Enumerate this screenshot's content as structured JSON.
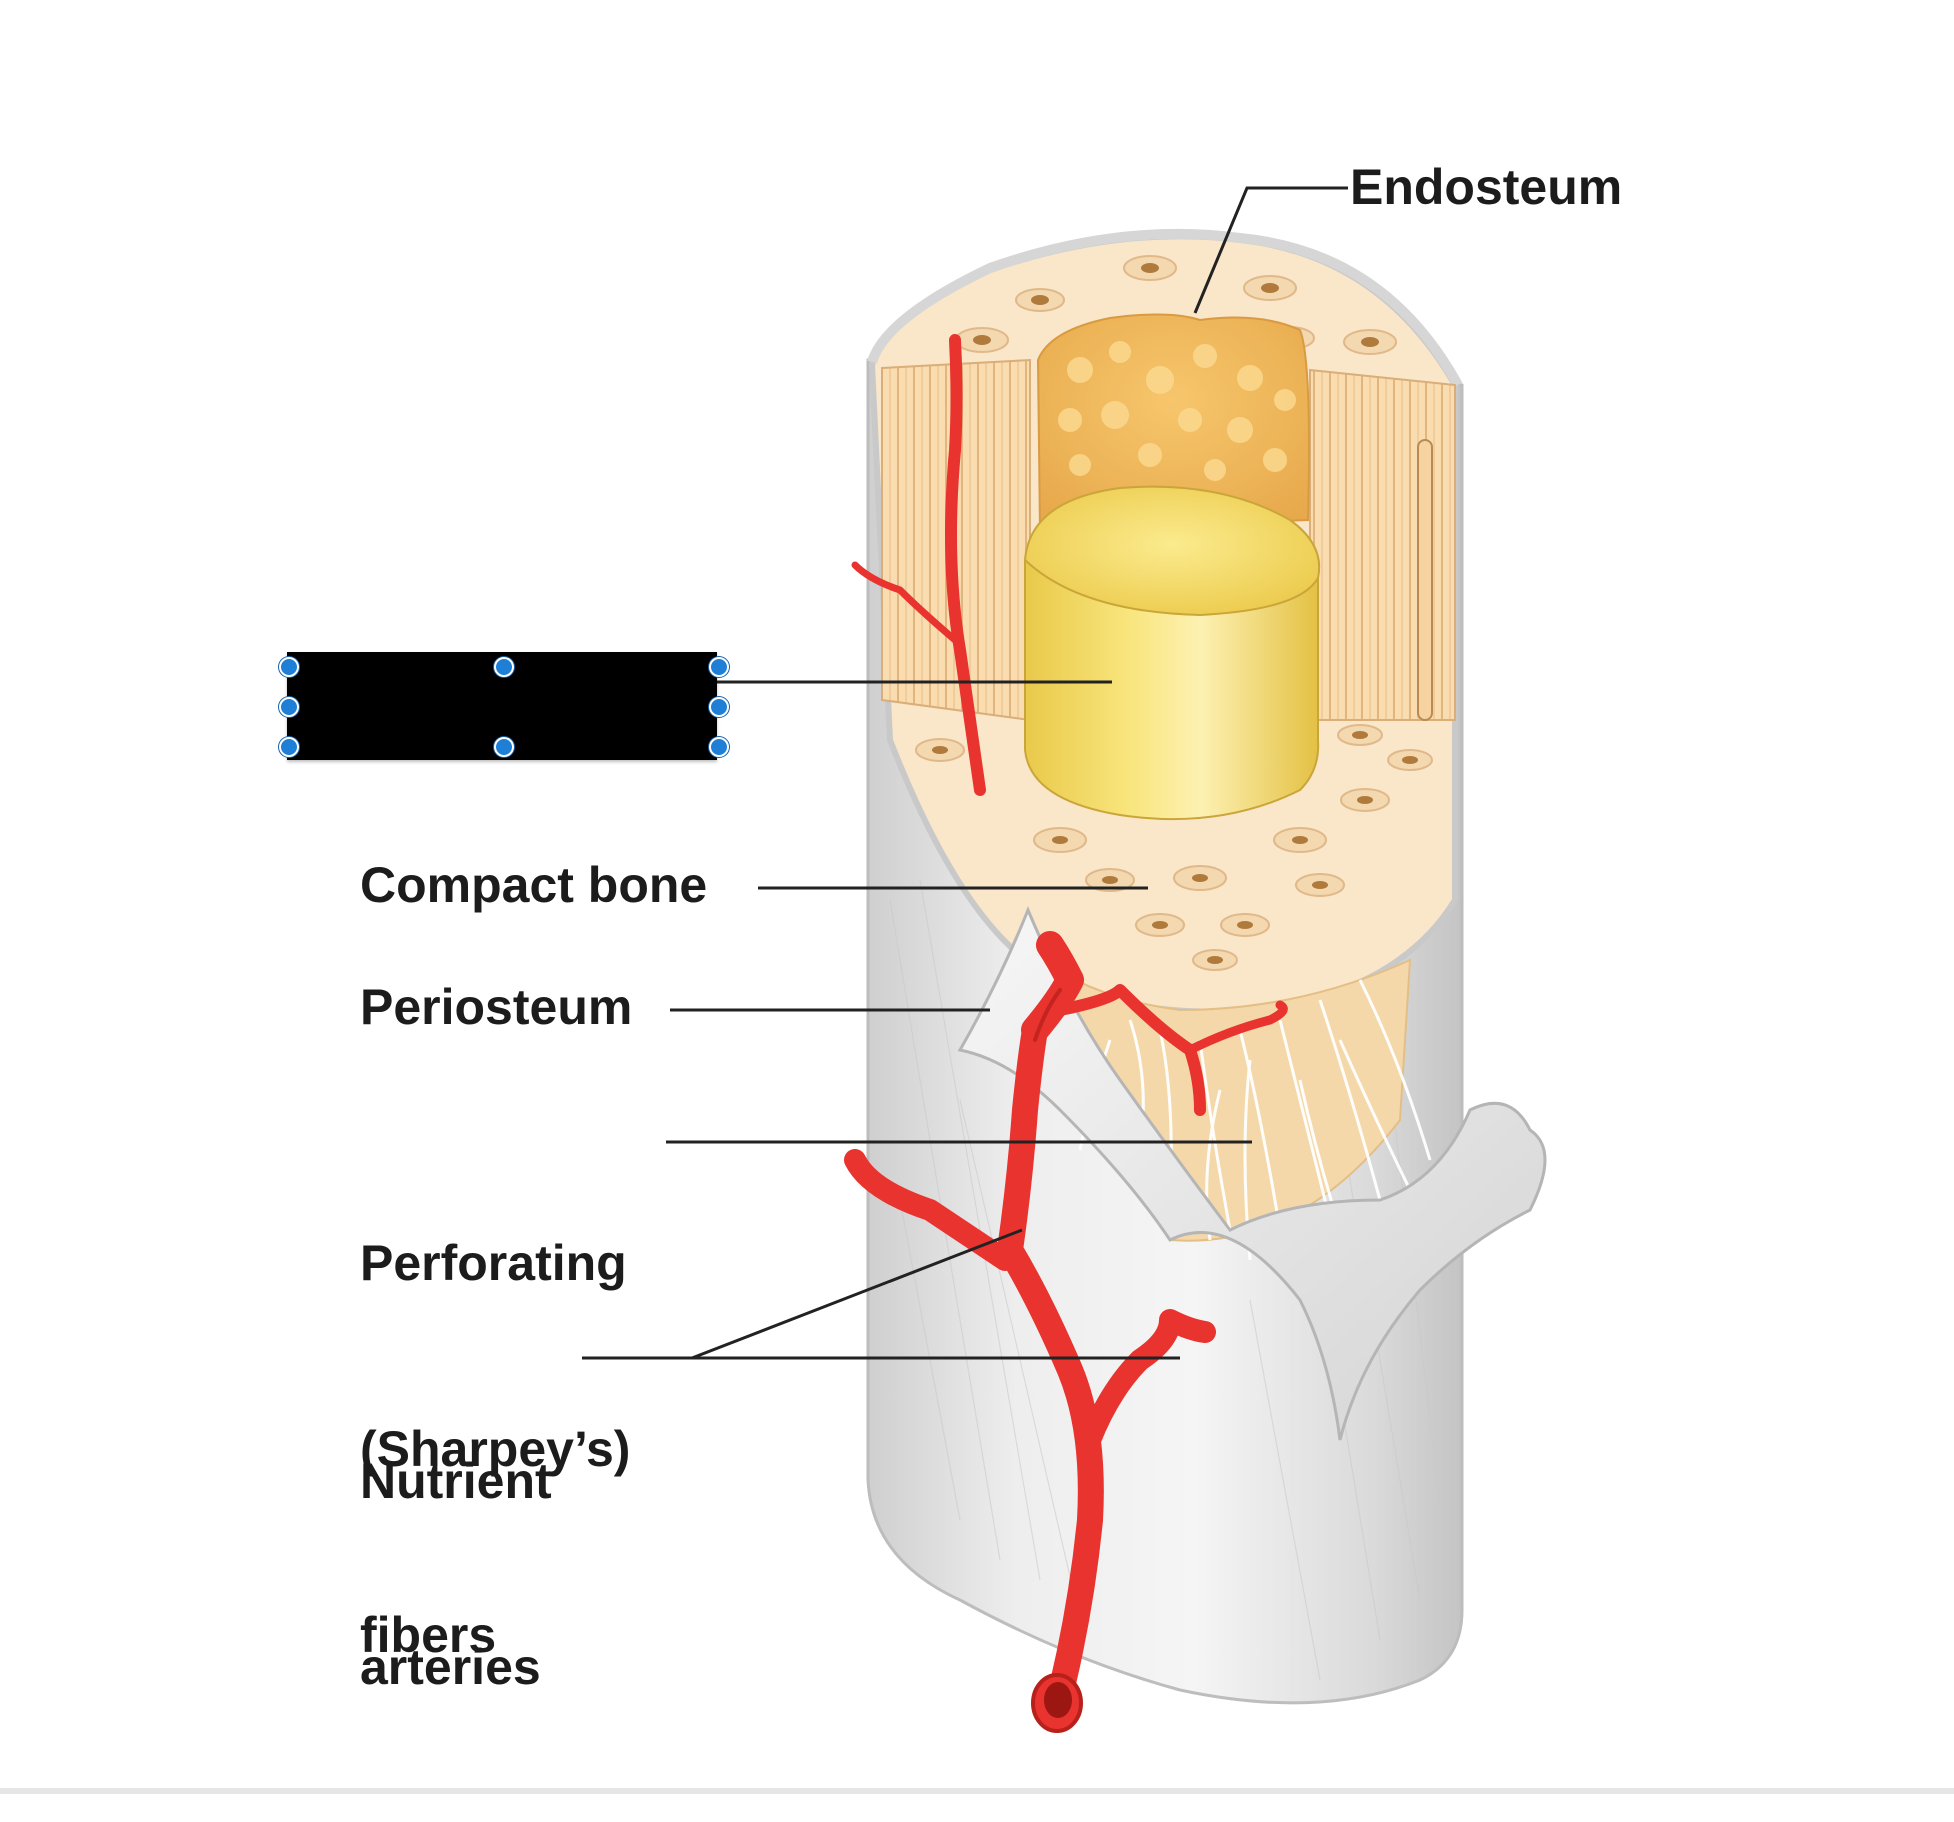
{
  "labels": {
    "endosteum": "Endosteum",
    "compact_bone": "Compact bone",
    "periosteum": "Periosteum",
    "perforating": [
      "Perforating",
      "(Sharpey’s)",
      "fibers"
    ],
    "nutrient": [
      "Nutrient",
      "arteries"
    ]
  },
  "hidden_label": {
    "text": "",
    "handles": 8
  },
  "colors": {
    "artery": "#e8332e",
    "artery_dark": "#b8201c",
    "bone_tan": "#f6d7a8",
    "bone_light": "#fbe9cc",
    "spongy": "#f0b866",
    "marrow_yellow": "#f5dc6a",
    "periosteum_gray": "#d8d8d8",
    "leader_line": "#222222",
    "redaction": "#000000",
    "handle_blue": "#1f7fd6"
  }
}
